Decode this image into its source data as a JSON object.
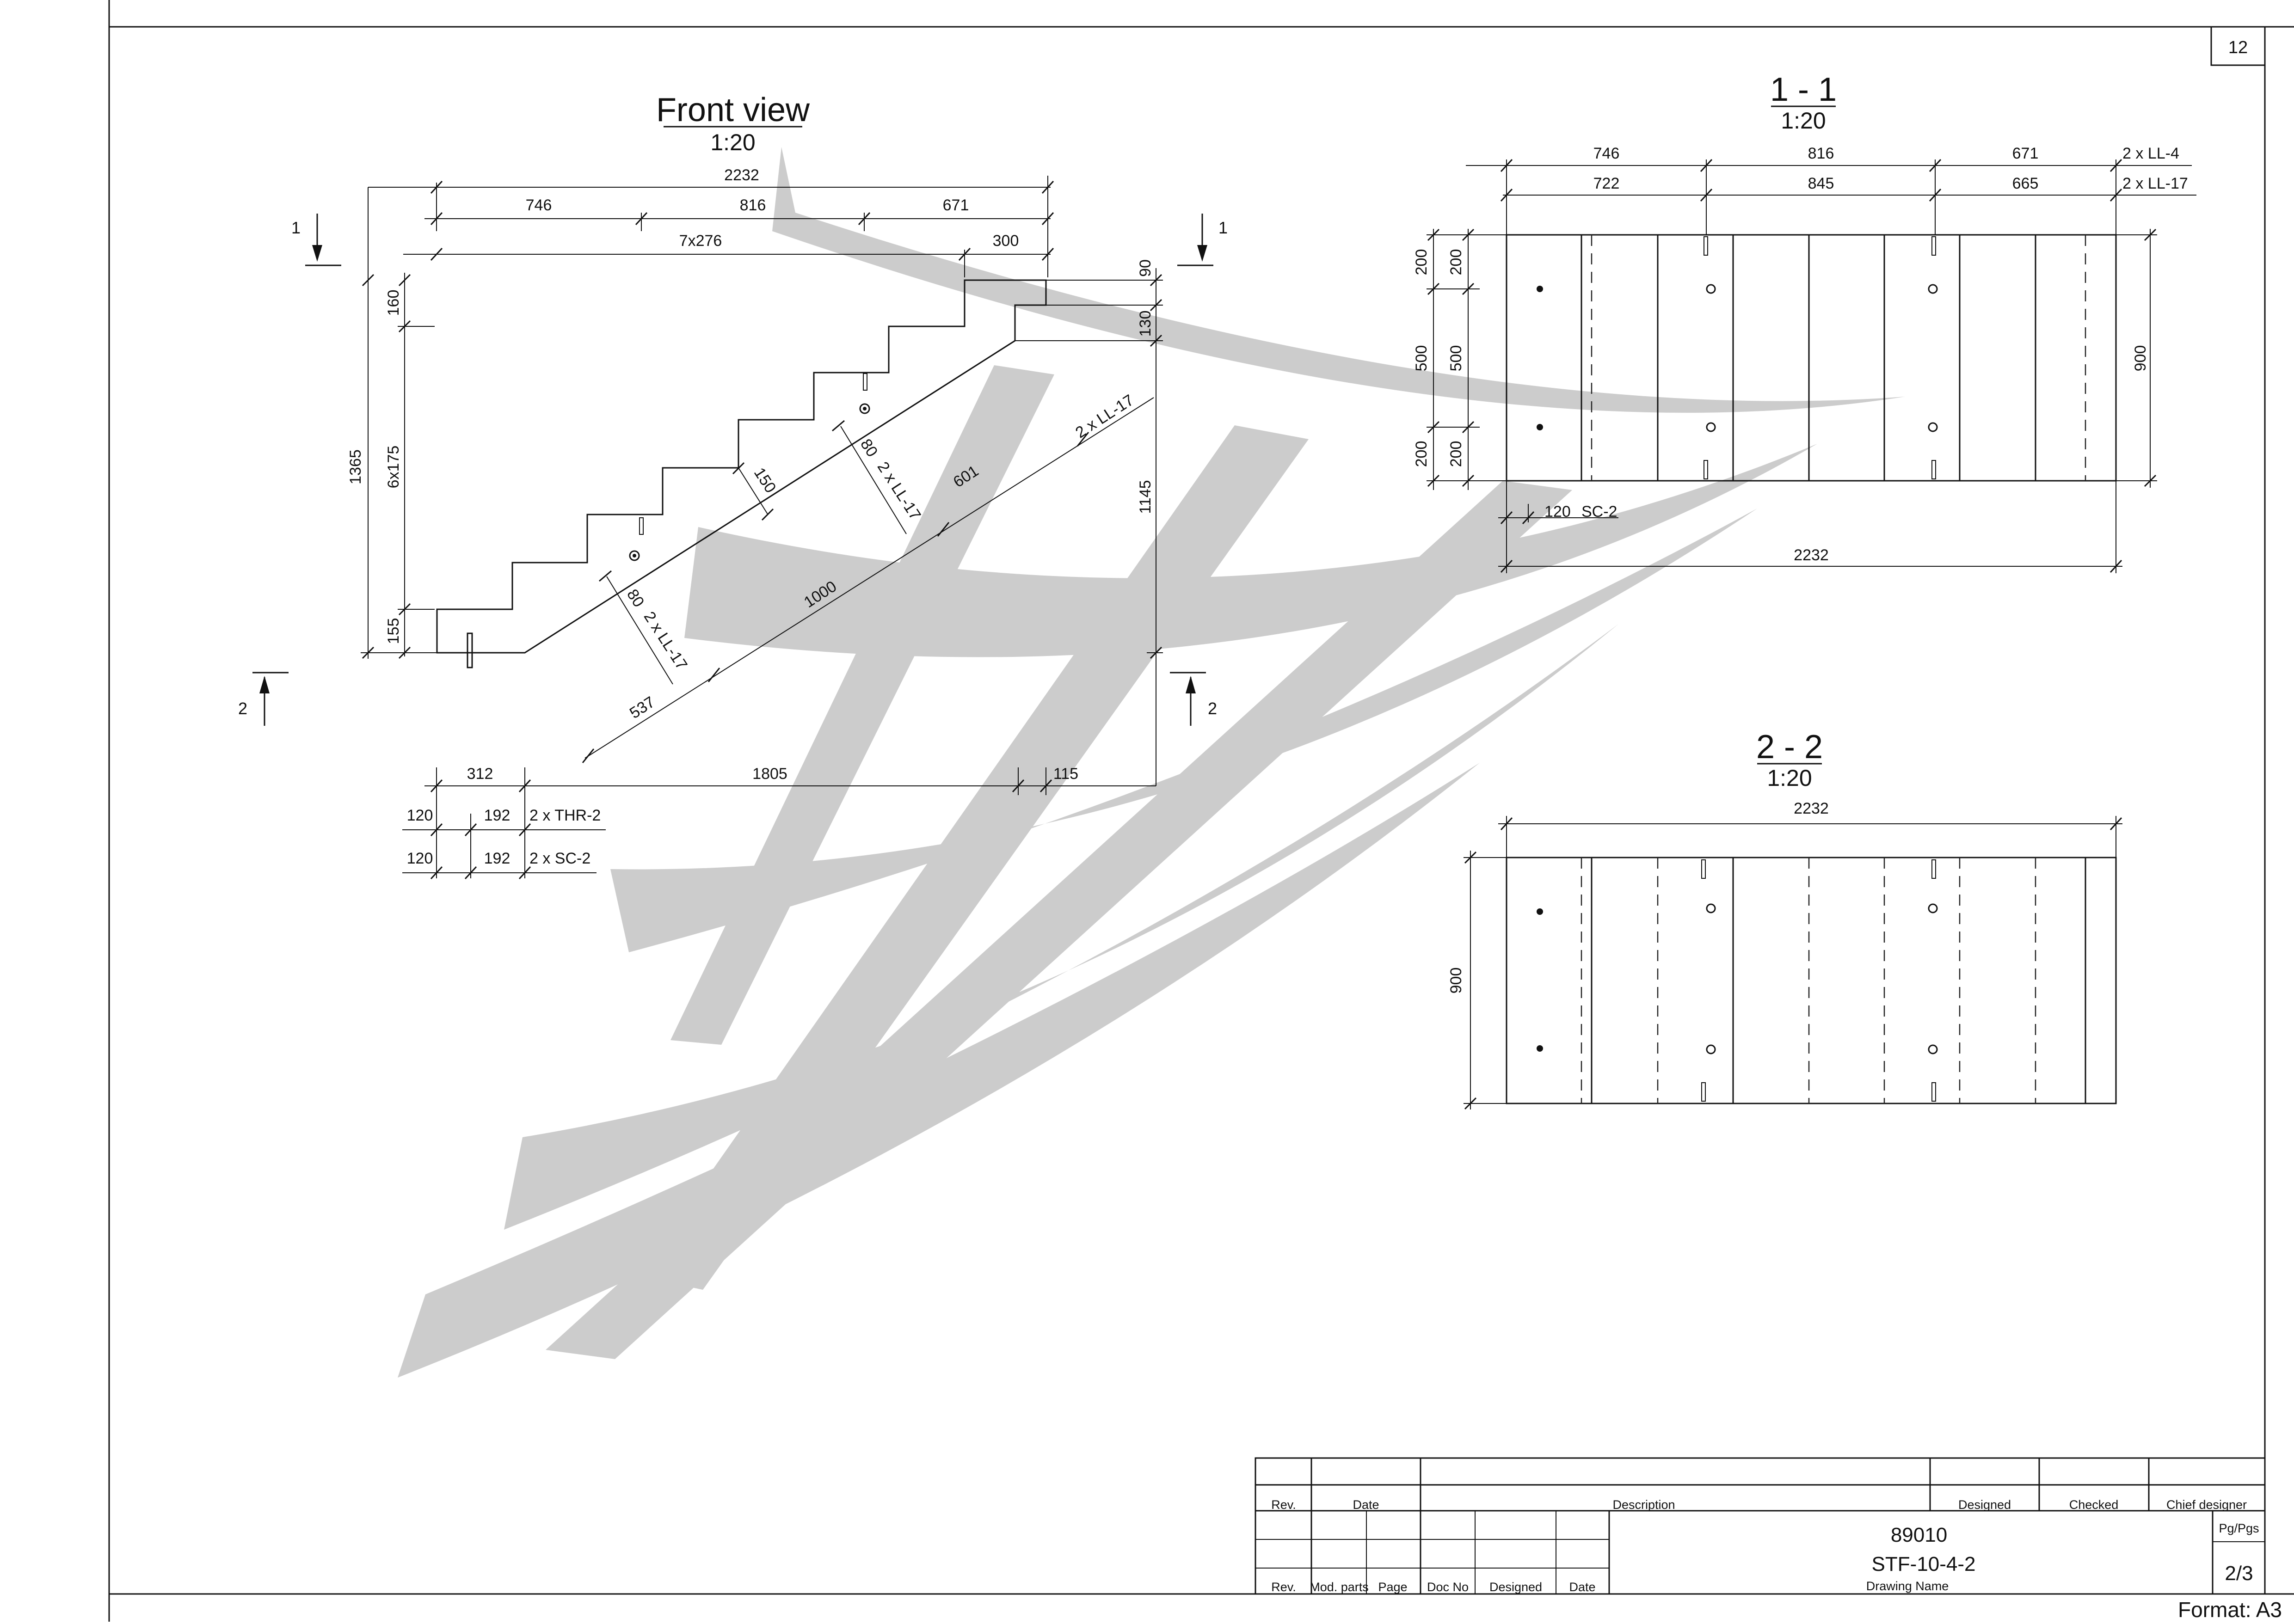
{
  "sheet_number": "12",
  "format_label": "Format: A3",
  "front_view": {
    "title": "Front view",
    "scale": "1:20",
    "dims": {
      "overall_top": "2232",
      "seg1": "746",
      "seg2": "816",
      "seg3": "671",
      "going": "7x276",
      "top_step": "300",
      "rise_top": "160",
      "rises": "6x175",
      "rise_bottom": "155",
      "total_height": "1365",
      "right_90": "90",
      "right_130": "130",
      "right_1145": "1145",
      "label_150": "150",
      "label_601": "601",
      "label_1000": "1000",
      "label_537": "537",
      "label_80a": "80",
      "label_80b": "80",
      "bottom_312": "312",
      "bottom_1805": "1805",
      "bottom_115": "115",
      "r1_120": "120",
      "r1_192": "192",
      "r2_120": "120",
      "r2_192": "192"
    },
    "callouts": {
      "ll17_a": "2 x LL-17",
      "ll17_b": "2 x LL-17",
      "ll17_c": "2 x LL-17",
      "thr2": "2 x THR-2",
      "sc2": "2 x SC-2"
    },
    "section_marks": {
      "s1_left": "1",
      "s1_right": "1",
      "s2_left": "2",
      "s2_right": "2"
    }
  },
  "section_1_1": {
    "title": "1 - 1",
    "scale": "1:20",
    "dims": {
      "top_row1": [
        "746",
        "816",
        "671"
      ],
      "top_row2": [
        "722",
        "845",
        "665"
      ],
      "left_outer": [
        "200",
        "500",
        "200"
      ],
      "left_inner": [
        "200",
        "500",
        "200"
      ],
      "right_900": "900",
      "bottom_120": "120",
      "bottom_2232": "2232"
    },
    "callouts": {
      "row1": "2 x LL-4",
      "row2": "2 x LL-17",
      "sc2": "SC-2"
    }
  },
  "section_2_2": {
    "title": "2 - 2",
    "scale": "1:20",
    "dims": {
      "top_2232": "2232",
      "left_900": "900"
    }
  },
  "title_block": {
    "header": {
      "rev": "Rev.",
      "date": "Date",
      "description": "Description",
      "designed": "Designed",
      "checked": "Checked",
      "chief": "Chief designer"
    },
    "footer": {
      "rev": "Rev.",
      "mod_parts": "Mod. parts",
      "page": "Page",
      "doc_no": "Doc No",
      "designed": "Designed",
      "date": "Date"
    },
    "project_number": "89010",
    "drawing_code": "STF-10-4-2",
    "drawing_name_label": "Drawing Name",
    "pg_label": "Pg/Pgs",
    "pg_value": "2/3"
  },
  "colors": {
    "line": "#111111",
    "watermark": "#cccccc",
    "background": "#ffffff"
  }
}
